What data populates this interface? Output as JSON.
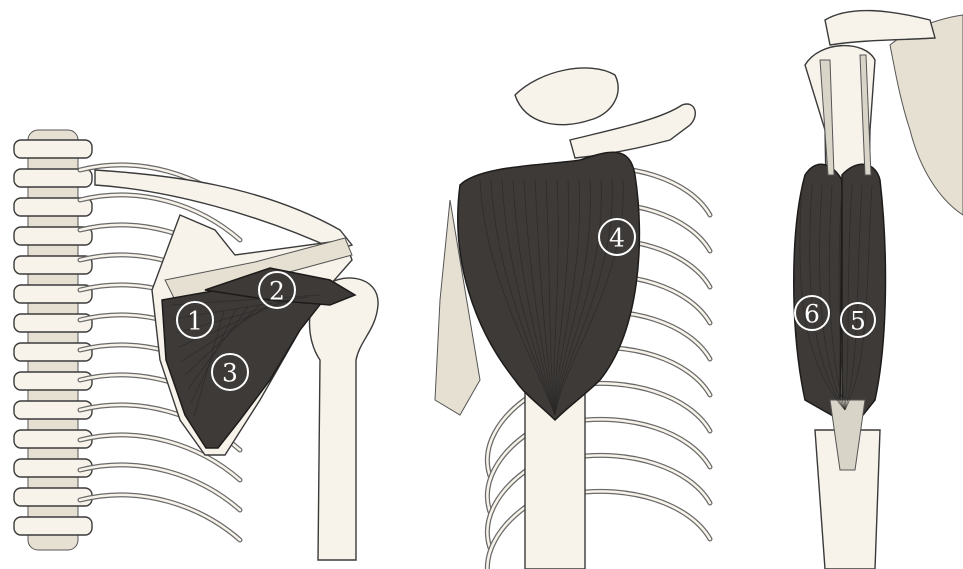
{
  "labels": {
    "label_1": "1",
    "label_2": "2",
    "label_3": "3",
    "label_4": "4",
    "label_5": "5",
    "label_6": "6"
  },
  "colors": {
    "muscle": "#3d3a38",
    "bone": "#f7f3ea",
    "outline": "#3a3a3a",
    "background": "#ffffff",
    "label": "#ffffff"
  }
}
